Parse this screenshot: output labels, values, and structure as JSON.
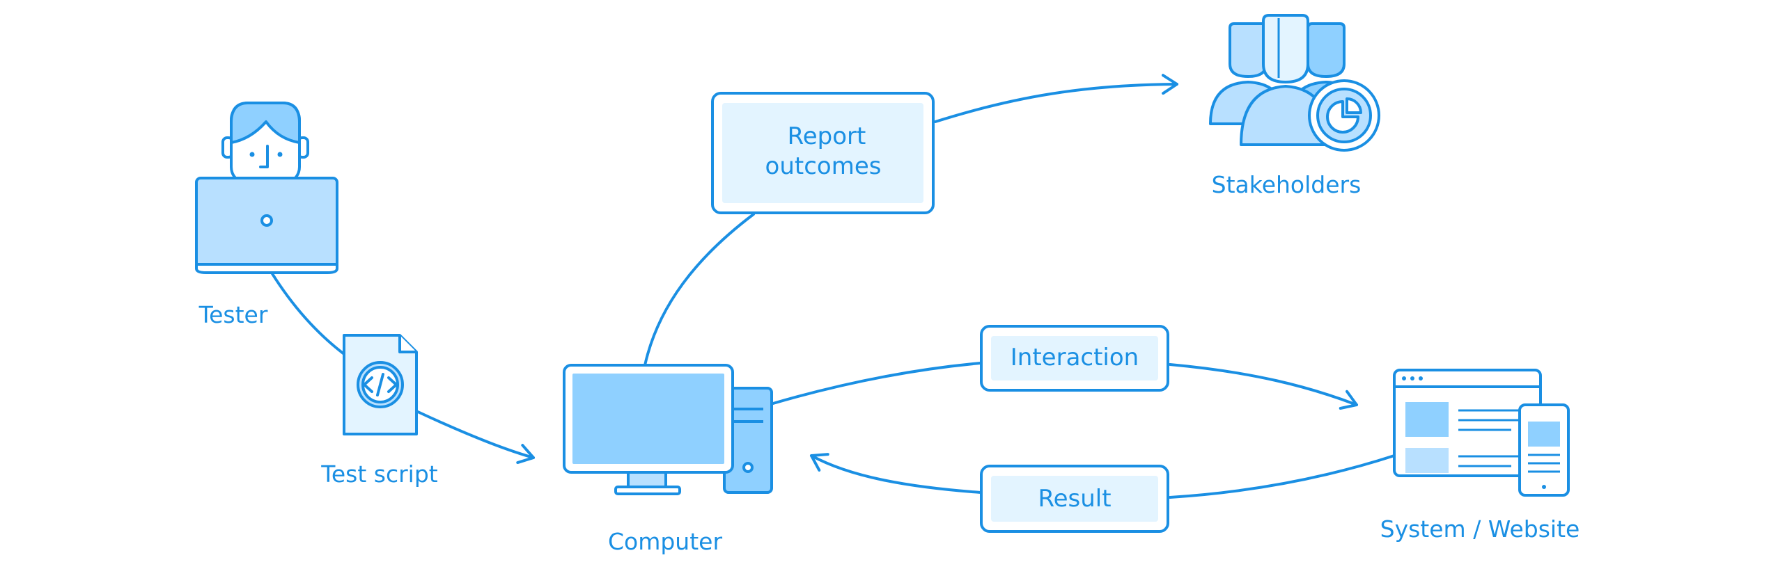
{
  "colors": {
    "stroke": "#1a8fe3",
    "fill_medium": "#8fd0ff",
    "fill_light": "#b8e0ff",
    "fill_pale": "#e3f4ff",
    "background": "#ffffff"
  },
  "nodes": {
    "tester": {
      "label": "Tester",
      "icon": "tester-laptop-icon"
    },
    "test_script": {
      "label": "Test script",
      "icon": "code-document-icon"
    },
    "computer": {
      "label": "Computer",
      "icon": "desktop-computer-icon"
    },
    "stakeholders": {
      "label": "Stakeholders",
      "icon": "stakeholders-group-icon"
    },
    "system": {
      "label": "System / Website",
      "icon": "browser-and-phone-icon"
    }
  },
  "boxes": {
    "report": {
      "line1": "Report",
      "line2": "outcomes"
    },
    "interaction": {
      "label": "Interaction"
    },
    "result": {
      "label": "Result"
    }
  }
}
